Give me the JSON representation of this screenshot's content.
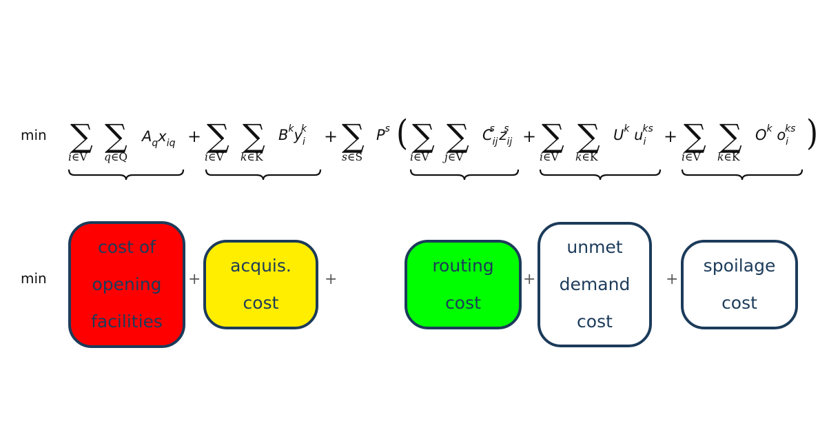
{
  "row1": {
    "min": "min",
    "sums": [
      {
        "subs": [
          "i∈V",
          "q∈Q"
        ],
        "term": "A_q x_iq"
      },
      {
        "subs": [
          "i∈V",
          "k∈K"
        ],
        "term": "B^k y_i^k"
      },
      {
        "subs": [
          "s∈S"
        ],
        "term": "P^s"
      },
      {
        "subs": [
          "i∈V",
          "j∈V"
        ],
        "term": "C_ij^s z_ij^s"
      },
      {
        "subs": [
          "i∈V",
          "k∈K"
        ],
        "term": "U^k u_i^ks"
      },
      {
        "subs": [
          "i∈V",
          "k∈K"
        ],
        "term": "O^k o_i^ks"
      }
    ],
    "sum_symbol": "∑",
    "plus": "+",
    "lparen": "(",
    "rparen": ")"
  },
  "row2": {
    "min": "min",
    "plus": "+",
    "boxes": [
      {
        "lines": [
          "cost of",
          "opening",
          "facilities"
        ],
        "color": "#ff0000"
      },
      {
        "lines": [
          "acquis.",
          "cost"
        ],
        "color": "#ffee00"
      },
      {
        "lines": [
          "routing",
          "cost"
        ],
        "color": "#00ff00"
      },
      {
        "lines": [
          "unmet",
          "demand",
          "cost"
        ],
        "color": "#ffffff"
      },
      {
        "lines": [
          "spoilage",
          "cost"
        ],
        "color": "#ffffff"
      }
    ]
  },
  "colors": {
    "border": "#1c3b5a",
    "text": "#1c3b5a"
  }
}
